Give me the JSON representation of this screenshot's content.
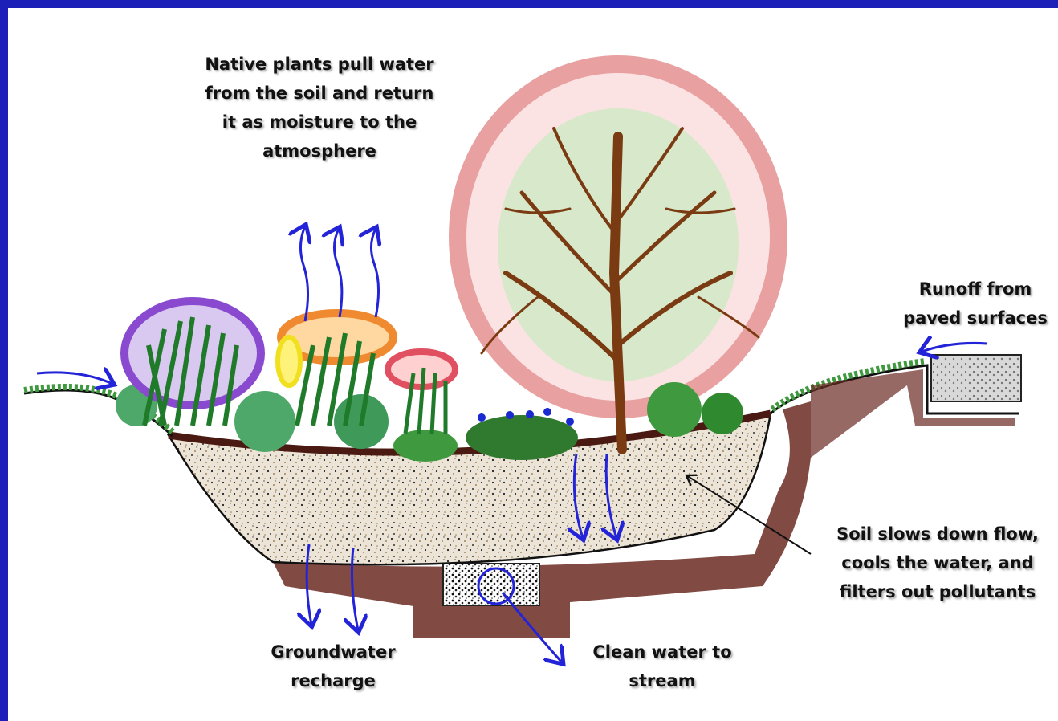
{
  "labels": {
    "transpiration": "Native plants pull water\nfrom the soil and return\nit as moisture to the\natmosphere",
    "runoff": "Runoff from\npaved surfaces",
    "soil": "Soil slows down flow,\ncools the water, and\nfilters out pollutants",
    "groundwater": "Groundwater\nrecharge",
    "clean_water": "Clean water to\nstream"
  },
  "colors": {
    "frame": "#1c1fb8",
    "background": "#ffffff",
    "arrow": "#2323d8",
    "tree_crown": "#e8a0a0",
    "trunk": "#7a3b12",
    "grass": "#2f8a2f",
    "soil_sand": "#e6dccb",
    "soil_dark": "#4a1a12"
  }
}
